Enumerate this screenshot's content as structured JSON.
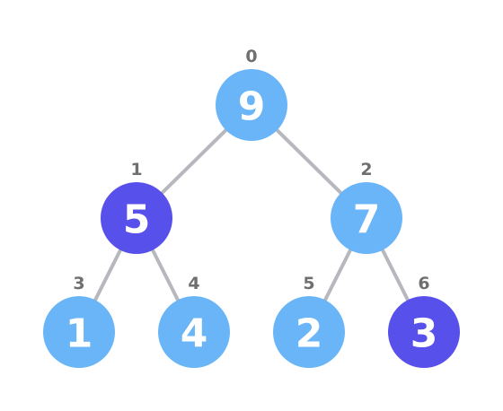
{
  "colors": {
    "default_node": "#6ab4f8",
    "highlighted_node": "#5850ea",
    "edge": "#b7b8bd",
    "value_text": "#ffffff",
    "index_text": "#6f6f6f"
  },
  "nodes": [
    {
      "index": "0",
      "value": "9",
      "highlighted": false
    },
    {
      "index": "1",
      "value": "5",
      "highlighted": true
    },
    {
      "index": "2",
      "value": "7",
      "highlighted": false
    },
    {
      "index": "3",
      "value": "1",
      "highlighted": false
    },
    {
      "index": "4",
      "value": "4",
      "highlighted": false
    },
    {
      "index": "5",
      "value": "2",
      "highlighted": false
    },
    {
      "index": "6",
      "value": "3",
      "highlighted": true
    }
  ],
  "edges": [
    {
      "from": "0",
      "to": "1"
    },
    {
      "from": "0",
      "to": "2"
    },
    {
      "from": "1",
      "to": "3"
    },
    {
      "from": "1",
      "to": "4"
    },
    {
      "from": "2",
      "to": "5"
    },
    {
      "from": "2",
      "to": "6"
    }
  ]
}
